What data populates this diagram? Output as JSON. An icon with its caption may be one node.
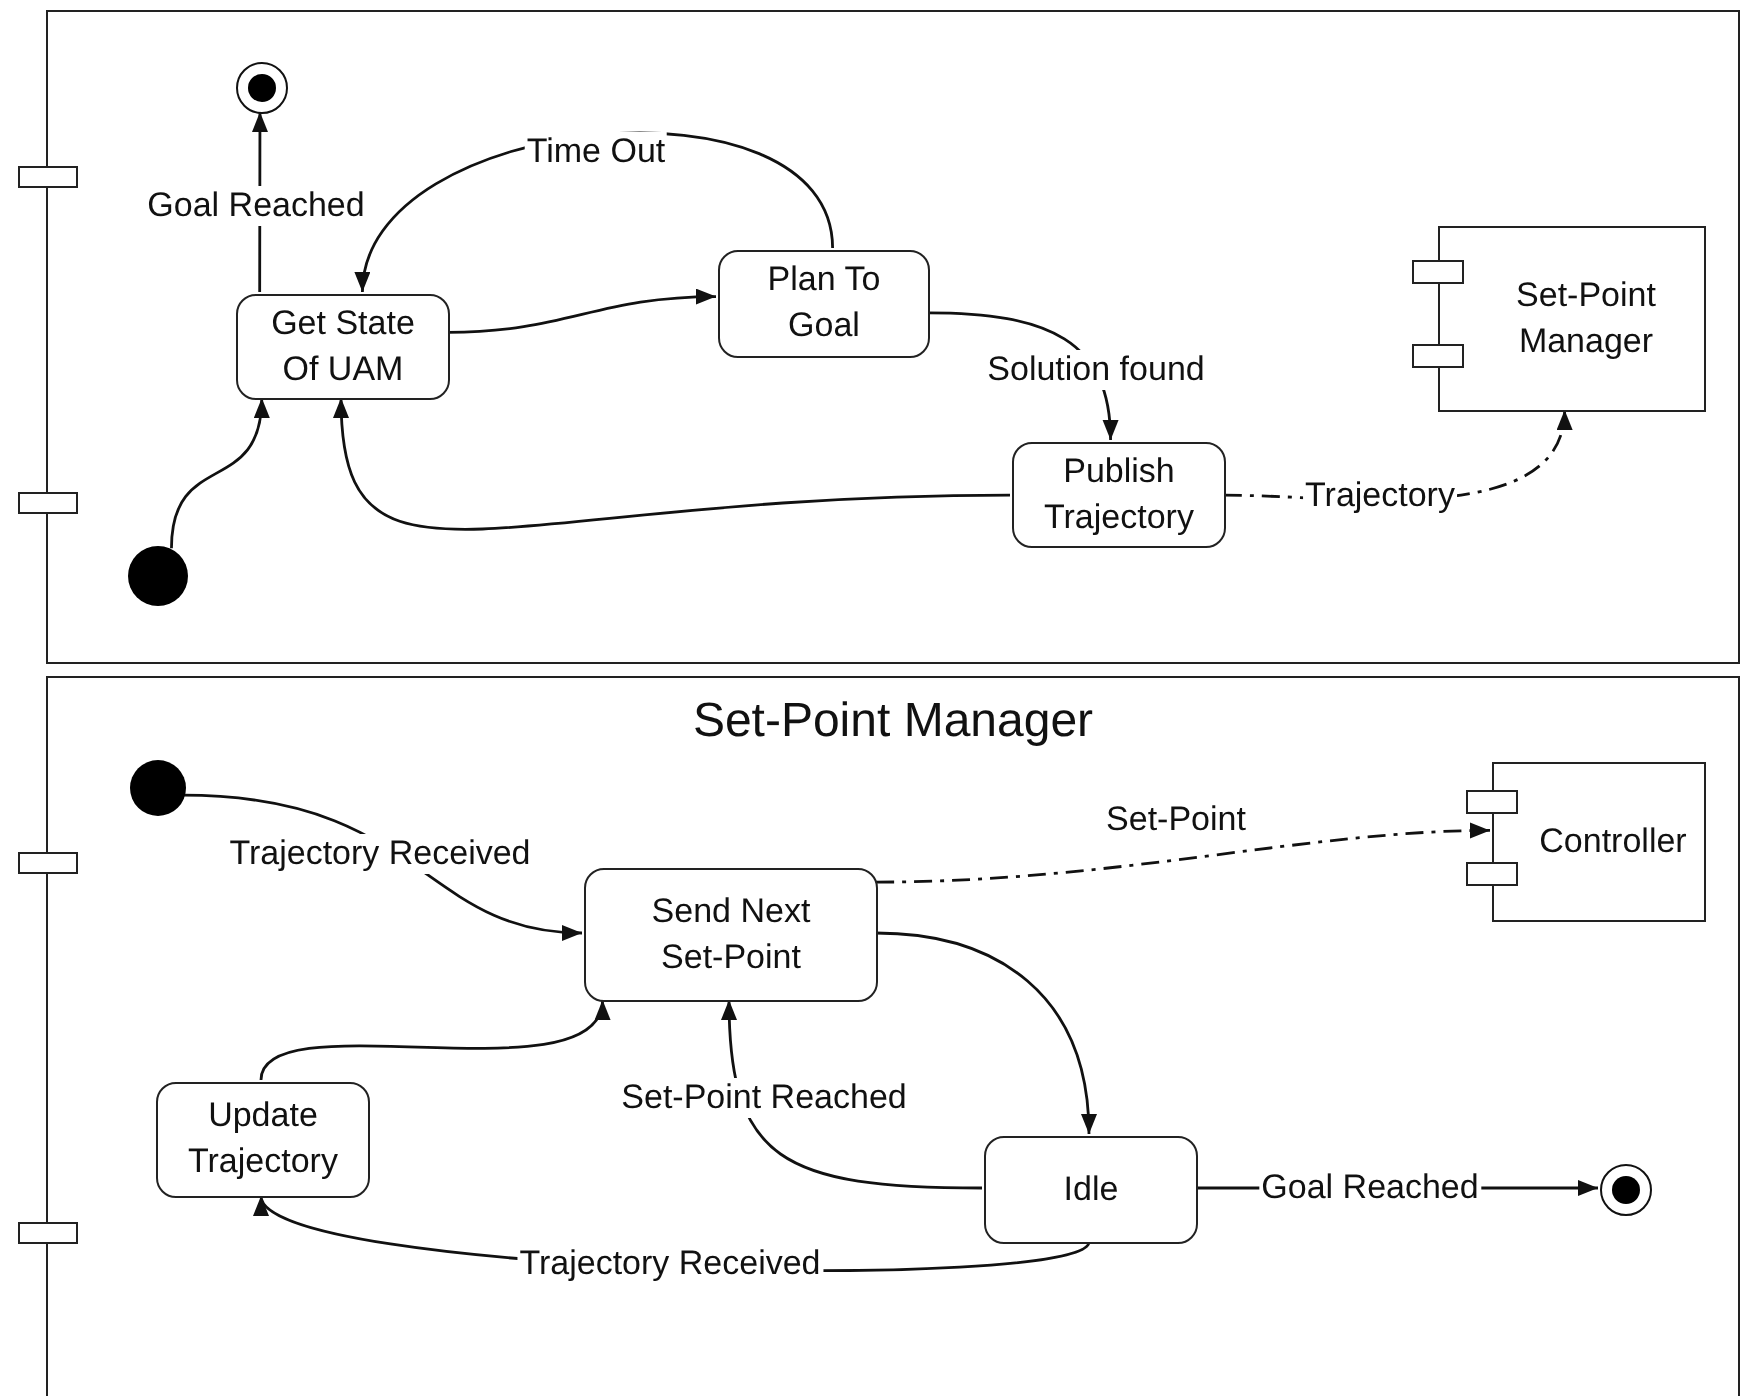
{
  "diagram": {
    "nodes": [
      {
        "text": [],
        "shape": "box"
      },
      {
        "text": [],
        "shape": "bullseye",
        "in": 0
      },
      {
        "text": [
          "Get State Of UAM"
        ],
        "in": 0
      },
      {
        "text": [
          "Plan To Goal"
        ],
        "in": 0
      },
      {
        "text": [
          "Set-Point Manager"
        ],
        "in": 0
      },
      {
        "text": [
          "Publish Trajectory"
        ],
        "in": 0
      },
      {
        "text": [],
        "shape": "dot",
        "in": 0
      },
      {
        "text": [
          "Set-Point Manager"
        ]
      },
      {
        "text": [],
        "shape": "dot",
        "in": 7
      },
      {
        "text": [
          "Controller"
        ],
        "in": 7
      },
      {
        "text": [
          "Send Next Set-Point"
        ],
        "in": 7
      },
      {
        "text": [
          "Update Trajectory"
        ],
        "in": 7
      },
      {
        "text": [
          "Idle"
        ],
        "in": 7
      },
      {
        "text": [],
        "shape": "bullseye",
        "in": 7
      }
    ],
    "edges": [
      {
        "from": 2,
        "to": 1,
        "arrow": "to",
        "label": "Goal Reached"
      },
      {
        "from": 3,
        "to": 2,
        "arrow": "to",
        "label": "Time Out"
      },
      {
        "from": 2,
        "to": 3,
        "arrow": "to"
      },
      {
        "from": 3,
        "to": 5,
        "arrow": "to",
        "label": "Solution found"
      },
      {
        "from": 5,
        "to": 2,
        "arrow": "to"
      },
      {
        "from": 6,
        "to": 2,
        "arrow": "to"
      },
      {
        "from": 5,
        "to": 4,
        "arrow": "to",
        "label": "Trajectory",
        "style": "dashed"
      },
      {
        "from": 8,
        "to": 10,
        "arrow": "to",
        "label": "Trajectory Received"
      },
      {
        "from": 10,
        "to": 9,
        "arrow": "to",
        "label": "Set-Point",
        "style": "dashed"
      },
      {
        "from": 11,
        "to": 10,
        "arrow": "to"
      },
      {
        "from": 10,
        "to": 12,
        "arrow": "to"
      },
      {
        "from": 12,
        "to": 10,
        "arrow": "to",
        "label": "Set-Point Reached"
      },
      {
        "from": 12,
        "to": 11,
        "arrow": "to",
        "label": "Trajectory Received"
      },
      {
        "from": 12,
        "to": 13,
        "arrow": "to",
        "label": "Goal Reached"
      }
    ]
  }
}
